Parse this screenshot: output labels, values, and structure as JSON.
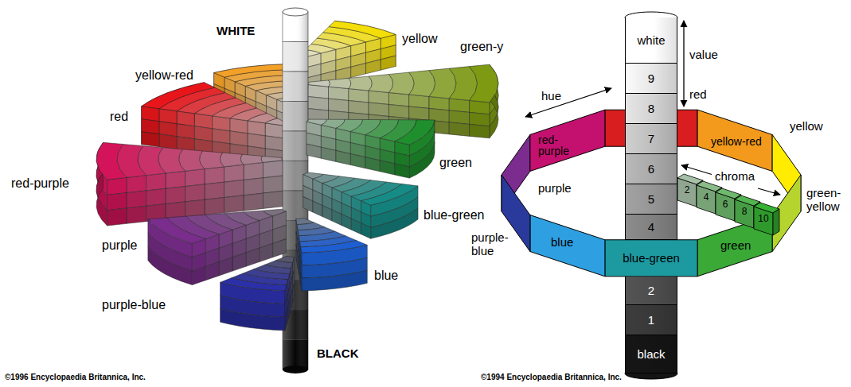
{
  "diagram": {
    "nodes": [
      {
        "text": [
          "white"
        ]
      },
      {
        "text": [
          "9"
        ]
      },
      {
        "text": [
          "8"
        ]
      },
      {
        "text": [
          "7"
        ]
      },
      {
        "text": [
          "6"
        ]
      },
      {
        "text": [
          "5"
        ]
      },
      {
        "text": [
          "4"
        ]
      },
      {
        "text": [
          "2"
        ]
      },
      {
        "text": [
          "1"
        ]
      },
      {
        "text": [
          "black"
        ]
      }
    ],
    "labels": [
      "WHITE",
      "yellow",
      "yellow-red",
      "green-y",
      "red",
      "green",
      "red-purple",
      "blue-green",
      "purple",
      "blue",
      "purple-blue",
      "BLACK",
      "©1996 Encyclopaedia Britannica, Inc.",
      "value",
      "red",
      "yellow-red",
      "hue",
      "red-purple",
      "yellow",
      "chroma",
      "purple",
      "2",
      "4",
      "6",
      "8",
      "10",
      "green-yellow",
      "purple-blue",
      "blue",
      "blue-green",
      "green",
      "©1994 Encyclopaedia Britannica, Inc."
    ]
  }
}
